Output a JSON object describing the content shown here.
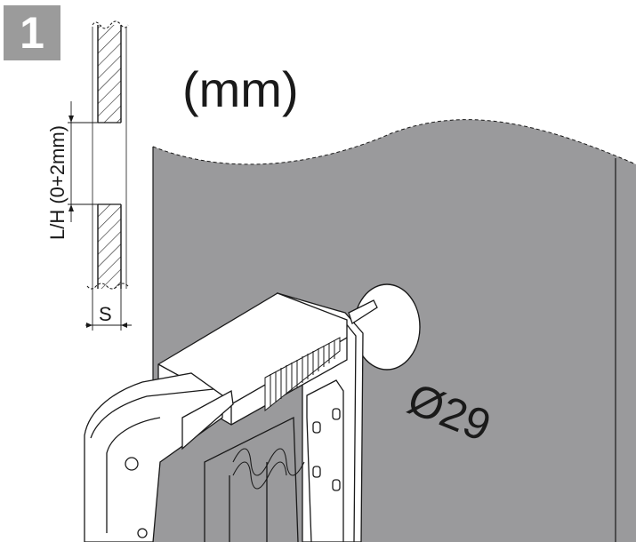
{
  "step": {
    "number": "1"
  },
  "units": {
    "label": "(mm)"
  },
  "section_detail": {
    "opening_label": "L/H (0+2mm)",
    "thickness_label": "S"
  },
  "hole": {
    "diameter_label": "Ø29"
  },
  "colors": {
    "panel": "#9a9a9c",
    "badge": "#9b9b9b",
    "line": "#1a1a1a",
    "hatch": "#333333",
    "device_body": "#ffffff"
  }
}
